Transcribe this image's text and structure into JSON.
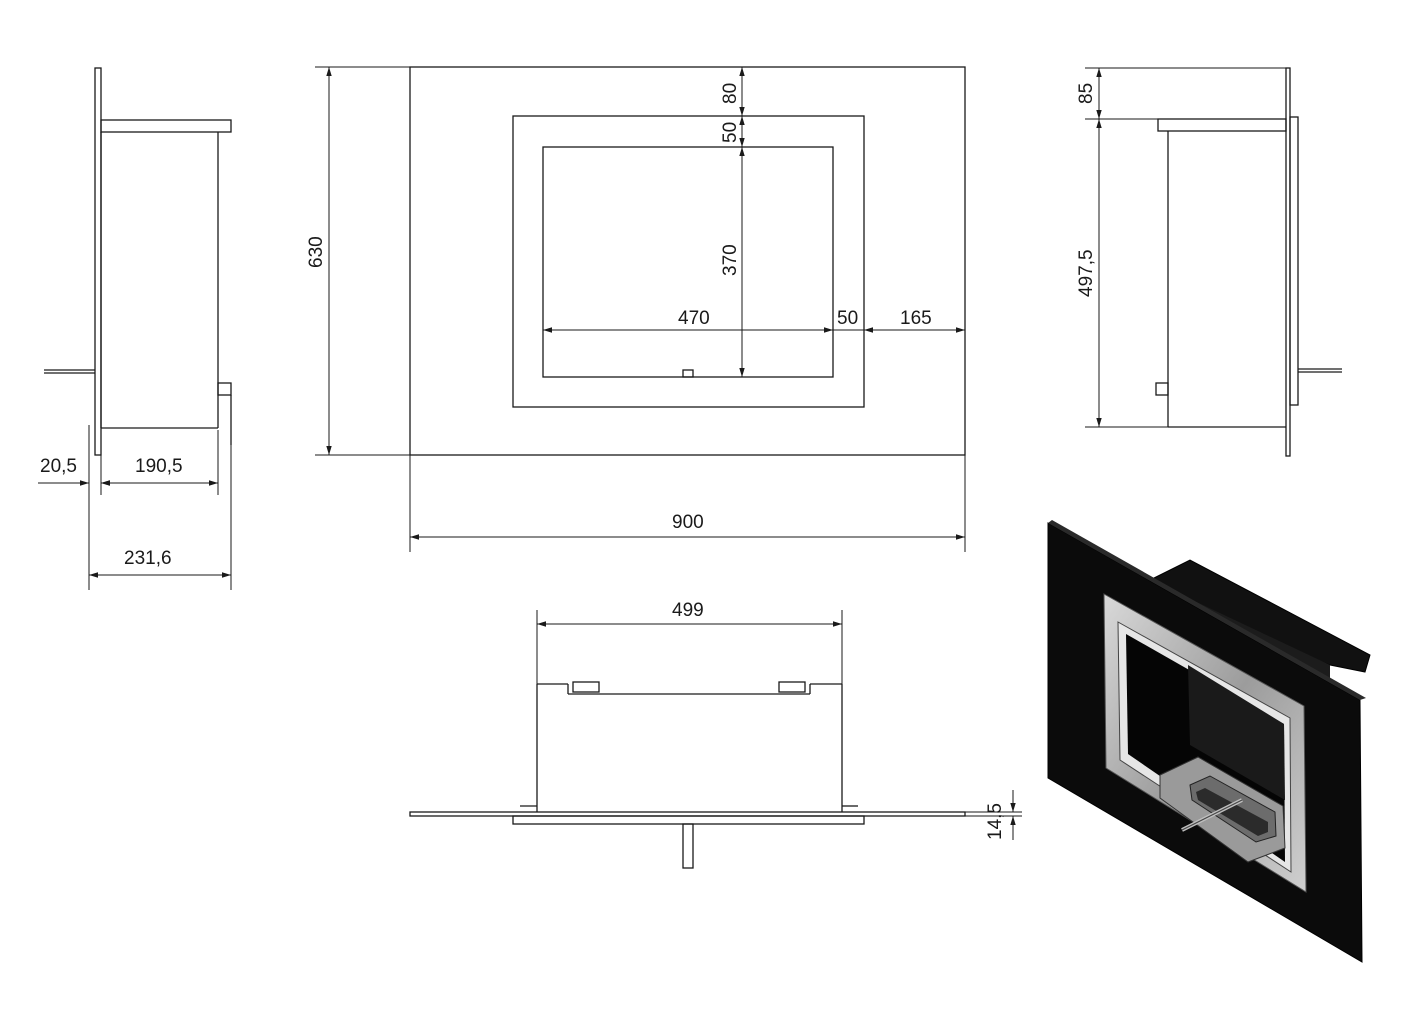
{
  "dimensions": {
    "side_left_offset": "20,5",
    "side_left_depth": "190,5",
    "side_left_total": "231,6",
    "front_height": "630",
    "front_width": "900",
    "front_top": "80",
    "front_frame_top": "50",
    "front_opening_height": "370",
    "front_opening_width": "470",
    "front_frame_right": "50",
    "front_margin_right": "165",
    "side_right_top": "85",
    "side_right_height": "497,5",
    "top_view_width": "499",
    "top_view_glass": "14,5"
  },
  "colors": {
    "line": "#1a1a1a",
    "glass_black": "#0b0b0b",
    "frame_steel": "#b9b9b9"
  }
}
